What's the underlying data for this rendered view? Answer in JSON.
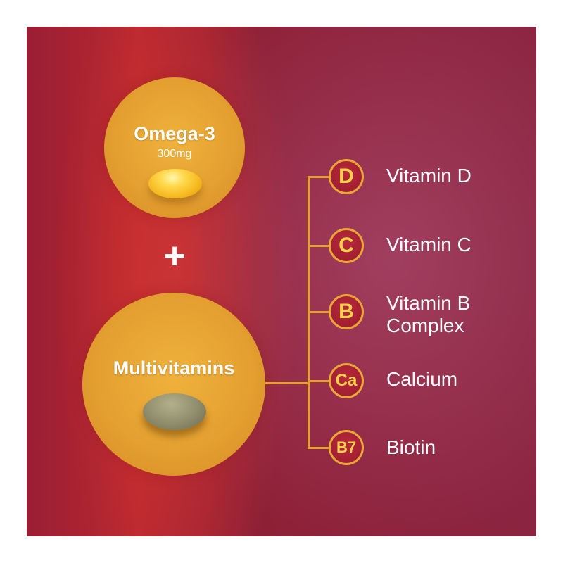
{
  "omega": {
    "title": "Omega-3",
    "dose": "300mg"
  },
  "plus": "+",
  "multi": {
    "title": "Multivitamins"
  },
  "nutrients": [
    {
      "symbol": "D",
      "name": "Vitamin D"
    },
    {
      "symbol": "C",
      "name": "Vitamin C"
    },
    {
      "symbol": "B",
      "name": "Vitamin B",
      "name2": "Complex"
    },
    {
      "symbol": "Ca",
      "name": "Calcium"
    },
    {
      "symbol": "B7",
      "name": "Biotin"
    }
  ],
  "colors": {
    "gold": "#e4a030",
    "badge": "#9a1c30",
    "badge_text": "#f6d24a",
    "background": "#8e2036"
  }
}
